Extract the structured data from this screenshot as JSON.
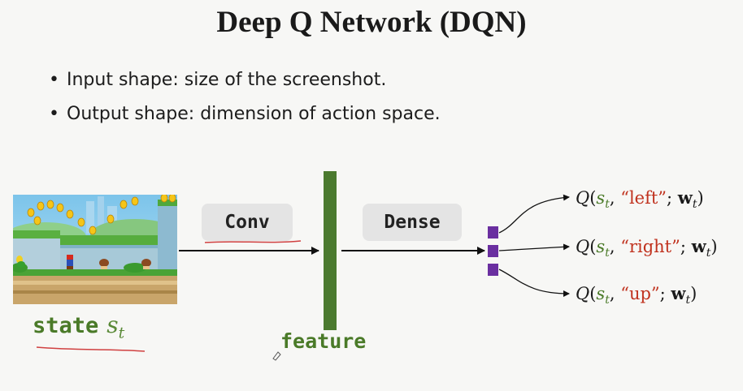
{
  "title": "Deep Q Network (DQN)",
  "bullets": [
    "Input shape: size of the screenshot.",
    "Output shape:  dimension of action space."
  ],
  "state": {
    "label": "state",
    "symbol": "s",
    "subscript": "t"
  },
  "layers": {
    "conv": "Conv",
    "dense": "Dense"
  },
  "feature_label": "feature",
  "outputs": [
    {
      "q": "Q",
      "open": "(",
      "s": "s",
      "s_sub": "t",
      "sep1": ", ",
      "action": "“left”",
      "sep2": "; ",
      "w": "w",
      "w_sub": "t",
      "close": ")"
    },
    {
      "q": "Q",
      "open": "(",
      "s": "s",
      "s_sub": "t",
      "sep1": ", ",
      "action": "“right”",
      "sep2": "; ",
      "w": "w",
      "w_sub": "t",
      "close": ")"
    },
    {
      "q": "Q",
      "open": "(",
      "s": "s",
      "s_sub": "t",
      "sep1": ", ",
      "action": "“up”",
      "sep2": "; ",
      "w": "w",
      "w_sub": "t",
      "close": ")"
    }
  ],
  "colors": {
    "feature_green": "#4b7a2f",
    "output_purple": "#6a2fa0",
    "action_red": "#c0321e",
    "underline_red": "#d04040"
  }
}
